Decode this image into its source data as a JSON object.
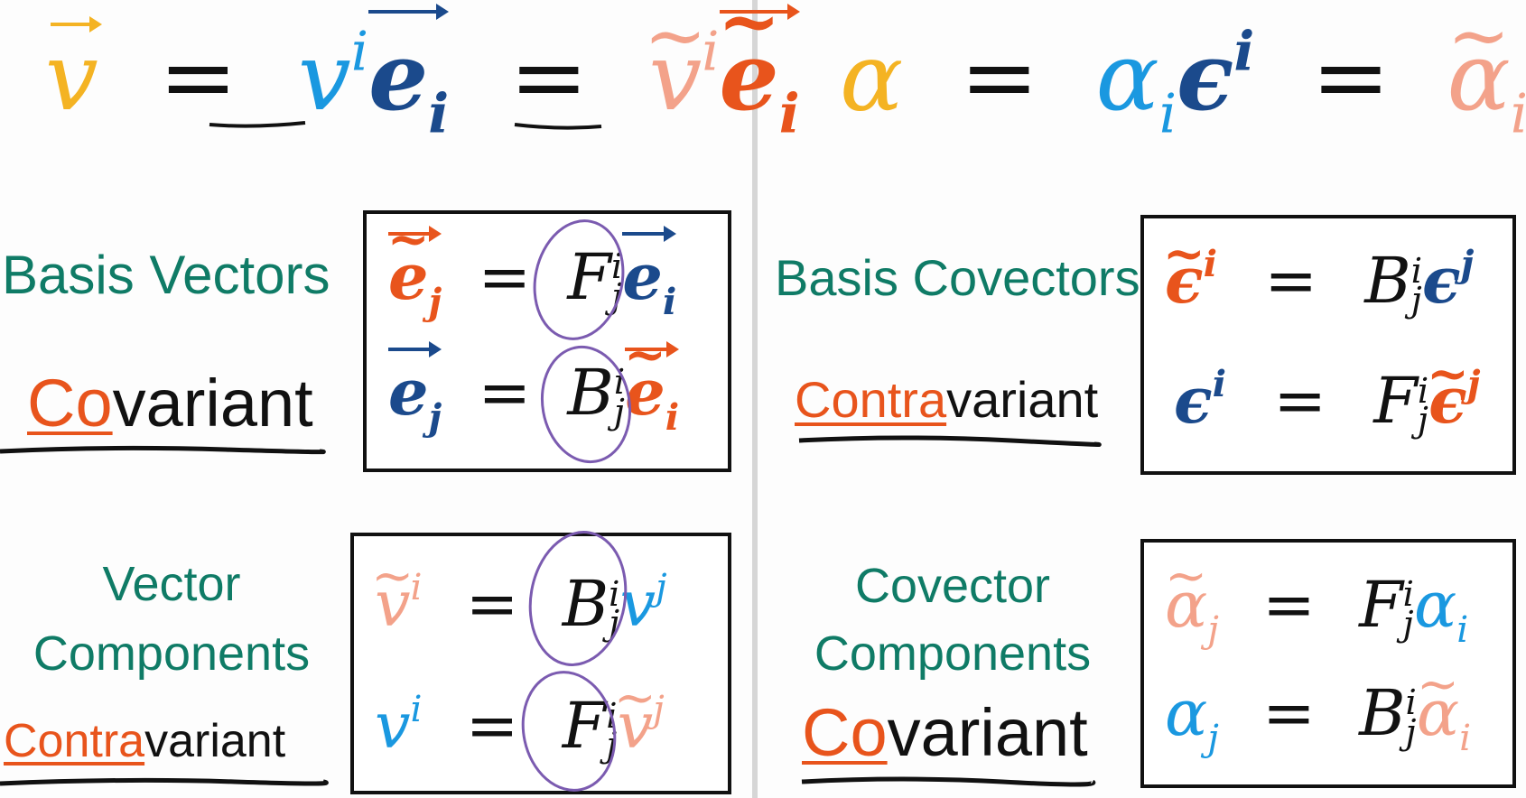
{
  "colors": {
    "teal": "#0f7b66",
    "orange": "#e8541c",
    "salmon": "#f3a28a",
    "blue": "#1a98e0",
    "navy": "#1b4a8c",
    "gold": "#f4b323",
    "purple": "#7b5bb0"
  },
  "equation_top_left": {
    "v": "v",
    "equals": "=",
    "v_comp": "v",
    "sup_i": "i",
    "e_basis": "e",
    "sub_i": "i"
  },
  "equation_top_right": {
    "alpha": "α",
    "equals": "=",
    "alpha_comp": "α",
    "sub_i": "i",
    "epsilon": "ϵ",
    "sup_i": "i",
    "tilde": "~"
  },
  "sections": {
    "basis_vectors": {
      "title": "Basis Vectors",
      "variance_hl": "Co",
      "variance_rest": "variant"
    },
    "basis_covectors": {
      "title": "Basis Covectors",
      "variance_hl": "Contra",
      "variance_rest": "variant"
    },
    "vector_components": {
      "title_line1": "Vector",
      "title_line2": "Components",
      "variance_hl": "Contra",
      "variance_rest": "variant"
    },
    "covector_components": {
      "title_line1": "Covector",
      "title_line2": "Components",
      "variance_hl": "Co",
      "variance_rest": "variant"
    }
  },
  "symbols": {
    "e": "e",
    "epsilon": "ϵ",
    "v": "v",
    "alpha": "α",
    "F": "F",
    "B": "B",
    "i": "i",
    "j": "j",
    "eq": "=",
    "tilde": "~"
  }
}
